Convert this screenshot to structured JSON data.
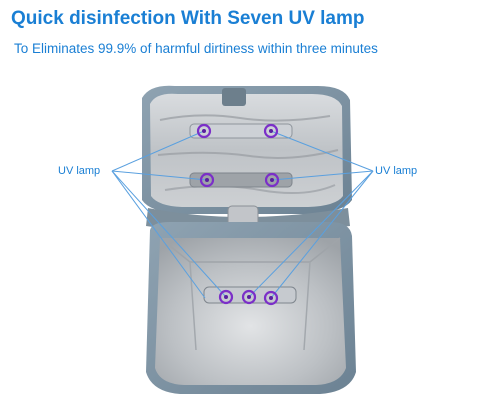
{
  "header": {
    "title": "Quick disinfection With Seven UV lamp",
    "subtitle": "To Eliminates 99.9% of harmful dirtiness within three minutes"
  },
  "callouts": {
    "left": "UV lamp",
    "right": "UV lamp"
  },
  "colors": {
    "text_accent": "#1a7fd4",
    "callout_line": "#5aa0df",
    "uv_marker": "#7b2fc8",
    "bag_outer": "#7f95a5",
    "lining": "#b9bdc1"
  }
}
